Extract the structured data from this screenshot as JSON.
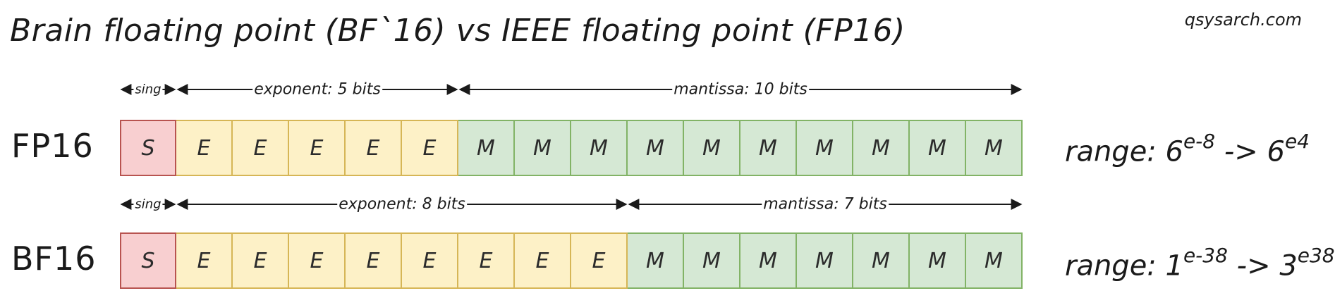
{
  "title": "Brain floating point (BF`16) vs IEEE floating point (FP16)",
  "site": "qsysarch.com",
  "rows": [
    {
      "label": "FP16",
      "sign_bits": 1,
      "exponent_bits": 5,
      "mantissa_bits": 10,
      "sign_letter": "S",
      "exponent_letter": "E",
      "mantissa_letter": "M",
      "arrows": {
        "sign": "sing",
        "exponent": "exponent: 5 bits",
        "mantissa": "mantissa: 10 bits"
      },
      "range": {
        "prefix": "range: ",
        "min_base": "6",
        "min_exp": "e-8",
        "sep": " -> ",
        "max_base": "6",
        "max_exp": "e4"
      }
    },
    {
      "label": "BF16",
      "sign_bits": 1,
      "exponent_bits": 8,
      "mantissa_bits": 7,
      "sign_letter": "S",
      "exponent_letter": "E",
      "mantissa_letter": "M",
      "arrows": {
        "sign": "sing",
        "exponent": "exponent: 8 bits",
        "mantissa": "mantissa: 7 bits"
      },
      "range": {
        "prefix": "range: ",
        "min_base": "1",
        "min_exp": "e-38",
        "sep": " -> ",
        "max_base": "3",
        "max_exp": "e38"
      }
    }
  ]
}
